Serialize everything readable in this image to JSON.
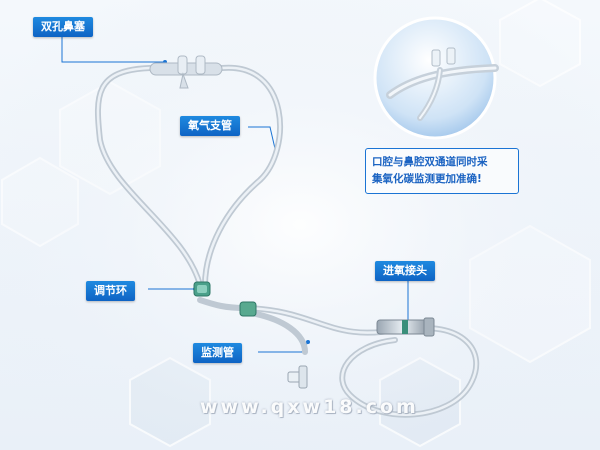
{
  "labels": {
    "nasal_prongs": "双孔鼻塞",
    "oxygen_tube": "氧气支管",
    "adjust_ring": "调节环",
    "monitor_tube": "监测管",
    "oxygen_inlet": "进氧接头"
  },
  "callout": {
    "line1": "口腔与鼻腔双通道同时采",
    "line2": "集氧化碳监测更加准确!"
  },
  "watermark": "www.qxw18.com",
  "colors": {
    "accent": "#1b74d4",
    "tube": "#c9d3dc",
    "connector_green": "#3a8f7a",
    "background": "#eef3f9"
  }
}
